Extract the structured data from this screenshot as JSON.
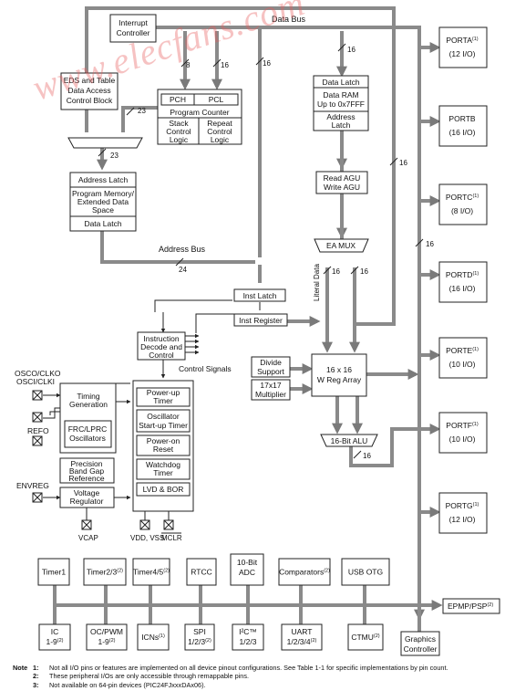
{
  "watermark": "www.elecfans.com",
  "bus_labels": {
    "data_bus": "Data Bus",
    "address_bus": "Address Bus",
    "control_signals": "Control Signals",
    "literal_data": "Literal Data"
  },
  "widths": [
    "8",
    "16",
    "16",
    "16",
    "23",
    "23",
    "24",
    "16",
    "16",
    "16",
    "16",
    "16"
  ],
  "cpu": {
    "interrupt": [
      "Interrupt",
      "Controller"
    ],
    "eds": [
      "EDS and Table",
      "Data Access",
      "Control Block"
    ],
    "pch": "PCH",
    "pcl": "PCL",
    "program_counter": "Program Counter",
    "stack": [
      "Stack",
      "Control",
      "Logic"
    ],
    "repeat": [
      "Repeat",
      "Control",
      "Logic"
    ],
    "address_latch": "Address Latch",
    "program_memory": [
      "Program Memory/",
      "Extended Data",
      "Space"
    ],
    "data_latch_prog": "Data Latch",
    "data_latch": "Data Latch",
    "data_ram": [
      "Data RAM",
      "Up to 0x7FFF"
    ],
    "address_latch_2": [
      "Address",
      "Latch"
    ],
    "agu": [
      "Read AGU",
      "Write AGU"
    ],
    "ea_mux": "EA MUX",
    "inst_latch": "Inst Latch",
    "inst_register": "Inst Register",
    "decode": [
      "Instruction",
      "Decode and",
      "Control"
    ],
    "divide": [
      "Divide",
      "Support"
    ],
    "multiplier": [
      "17x17",
      "Multiplier"
    ],
    "wreg": [
      "16 x 16",
      "W Reg Array"
    ],
    "alu": "16-Bit ALU"
  },
  "support": {
    "osc_labels": [
      "OSCO/CLKO",
      "OSCI/CLKI"
    ],
    "refo": "REFO",
    "envreg": "ENVREG",
    "timing": [
      "Timing",
      "Generation"
    ],
    "frc": [
      "FRC/LPRC",
      "Oscillators"
    ],
    "bandgap": [
      "Precision",
      "Band Gap",
      "Reference"
    ],
    "vreg": [
      "Voltage",
      "Regulator"
    ],
    "reset_blocks": [
      [
        "Power-up",
        "Timer"
      ],
      [
        "Oscillator",
        "Start-up Timer"
      ],
      [
        "Power-on",
        "Reset"
      ],
      [
        "Watchdog",
        "Timer"
      ],
      [
        "LVD & BOR"
      ]
    ],
    "pins": [
      "VCAP",
      "VDD, VSS",
      "MCLR"
    ]
  },
  "ports": [
    {
      "name": "PORTA",
      "note": "(1)",
      "io": "(12 I/O)"
    },
    {
      "name": "PORTB",
      "note": "",
      "io": "(16 I/O)"
    },
    {
      "name": "PORTC",
      "note": "(1)",
      "io": "(8 I/O)"
    },
    {
      "name": "PORTD",
      "note": "(1)",
      "io": "(16 I/O)"
    },
    {
      "name": "PORTE",
      "note": "(1)",
      "io": "(10 I/O)"
    },
    {
      "name": "PORTF",
      "note": "(1)",
      "io": "(10 I/O)"
    },
    {
      "name": "PORTG",
      "note": "(1)",
      "io": "(12 I/O)"
    }
  ],
  "peripherals_top": [
    {
      "lines": [
        "Timer1"
      ],
      "note": ""
    },
    {
      "lines": [
        "Timer2/3"
      ],
      "note": "(2)"
    },
    {
      "lines": [
        "Timer4/5"
      ],
      "note": "(2)"
    },
    {
      "lines": [
        "RTCC"
      ],
      "note": ""
    },
    {
      "lines": [
        "10-Bit",
        "ADC"
      ],
      "note": ""
    },
    {
      "lines": [
        "Comparators"
      ],
      "note": "(2)"
    },
    {
      "lines": [
        "USB OTG"
      ],
      "note": ""
    }
  ],
  "peripherals_bottom": [
    {
      "lines": [
        "IC",
        "1-9"
      ],
      "note": "(2)"
    },
    {
      "lines": [
        "OC/PWM",
        "1-9"
      ],
      "note": "(2)"
    },
    {
      "lines": [
        "ICNs"
      ],
      "note": "(1)"
    },
    {
      "lines": [
        "SPI",
        "1/2/3"
      ],
      "note": "(2)"
    },
    {
      "lines": [
        "I²C™",
        "1/2/3"
      ],
      "note": ""
    },
    {
      "lines": [
        "UART",
        "1/2/3/4"
      ],
      "note": "(2)"
    },
    {
      "lines": [
        "CTMU"
      ],
      "note": "(2)"
    },
    {
      "lines": [
        "Graphics",
        "Controller"
      ],
      "note": ""
    }
  ],
  "epmp": {
    "label": "EPMP/PSP",
    "note": "(2)"
  },
  "notes": [
    {
      "key": "Note",
      "num": "1:",
      "text": "Not all I/O pins or features are implemented on all device pinout configurations. See Table 1-1 for specific implementations by pin count."
    },
    {
      "key": "",
      "num": "2:",
      "text": "These peripheral I/Os are only accessible through remappable pins."
    },
    {
      "key": "",
      "num": "3:",
      "text": "Not available on 64-pin devices (PIC24FJxxxDAx06)."
    }
  ]
}
